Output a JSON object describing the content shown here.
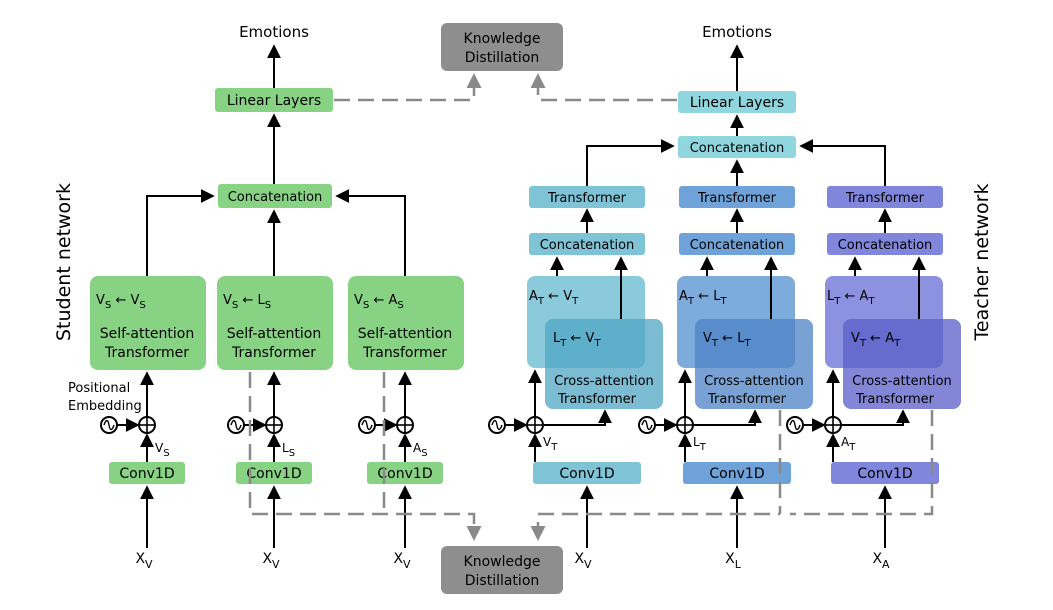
{
  "side_labels": {
    "student": "Student network",
    "teacher": "Teacher network"
  },
  "top": {
    "emotions_student": "Emotions",
    "emotions_teacher": "Emotions",
    "kd_line1": "Knowledge",
    "kd_line2": "Distillation"
  },
  "bottom": {
    "kd_line1": "Knowledge",
    "kd_line2": "Distillation"
  },
  "student": {
    "linear": "Linear Layers",
    "concat": "Concatenation",
    "positional": [
      "Positional",
      "Embedding"
    ],
    "blocks": [
      {
        "sub_l": "V",
        "sub_ls": "S",
        "sub_r": "V",
        "sub_rs": "S",
        "line1": "Self-attention",
        "line2": "Transformer",
        "conv": "Conv1D",
        "input": "X",
        "input_sub": "V",
        "feat": "V",
        "feat_sub": "S"
      },
      {
        "sub_l": "V",
        "sub_ls": "S",
        "sub_r": "L",
        "sub_rs": "S",
        "line1": "Self-attention",
        "line2": "Transformer",
        "conv": "Conv1D",
        "input": "X",
        "input_sub": "V",
        "feat": "L",
        "feat_sub": "S"
      },
      {
        "sub_l": "V",
        "sub_ls": "S",
        "sub_r": "A",
        "sub_rs": "S",
        "line1": "Self-attention",
        "line2": "Transformer",
        "conv": "Conv1D",
        "input": "X",
        "input_sub": "V",
        "feat": "A",
        "feat_sub": "S"
      }
    ]
  },
  "teacher": {
    "linear": "Linear Layers",
    "concat": "Concatenation",
    "branches": [
      {
        "transformer": "Transformer",
        "concat": "Concatenation",
        "a_l": "A",
        "a_r": "V",
        "b_l": "L",
        "b_r": "V",
        "line1": "Cross-attention",
        "line2": "Transformer",
        "conv": "Conv1D",
        "input": "X",
        "input_sub": "V",
        "feat": "V",
        "feat_sub": "T",
        "color": "#7ec4d6",
        "color_dark": "#4fa6c4"
      },
      {
        "transformer": "Transformer",
        "concat": "Concatenation",
        "a_l": "A",
        "a_r": "L",
        "b_l": "V",
        "b_r": "L",
        "line1": "Cross-attention",
        "line2": "Transformer",
        "conv": "Conv1D",
        "input": "X",
        "input_sub": "L",
        "feat": "L",
        "feat_sub": "T",
        "color": "#6fa2d8",
        "color_dark": "#4c82c6"
      },
      {
        "transformer": "Transformer",
        "concat": "Concatenation",
        "a_l": "L",
        "a_r": "A",
        "b_l": "V",
        "b_r": "A",
        "line1": "Cross-attention",
        "line2": "Transformer",
        "conv": "Conv1D",
        "input": "X",
        "input_sub": "A",
        "feat": "A",
        "feat_sub": "T",
        "color": "#7f86dc",
        "color_dark": "#5a5ec8"
      }
    ],
    "subscript": "T"
  },
  "colors": {
    "student_green": "#87d383",
    "teacher_cyan": "#8fd6de",
    "kd_gray": "#8e8e8e",
    "dashed_gray": "#8a8a8a"
  }
}
